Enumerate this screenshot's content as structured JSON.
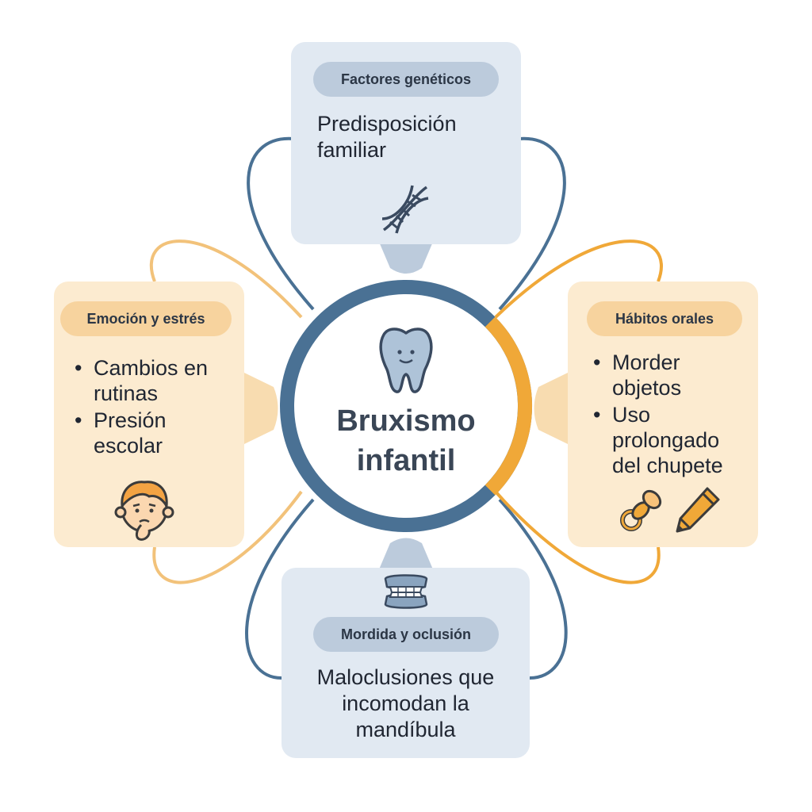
{
  "center": {
    "title_line1": "Bruxismo",
    "title_line2": "infantil",
    "icon": "tooth-icon"
  },
  "nodes": {
    "top": {
      "tag": "Factores genéticos",
      "text_line1": "Predisposición",
      "text_line2": "familiar",
      "icon": "dna-icon"
    },
    "left": {
      "tag": "Emoción y estrés",
      "items": [
        {
          "line1": "Cambios en",
          "line2": "rutinas"
        },
        {
          "line1": "Presión",
          "line2": "escolar"
        }
      ],
      "icon": "worried-child-icon"
    },
    "right": {
      "tag": "Hábitos orales",
      "items": [
        {
          "line1": "Morder",
          "line2": "objetos"
        },
        {
          "line1": "Uso",
          "line2": "prolongado",
          "line3": "del chupete"
        }
      ],
      "icons": [
        "pacifier-icon",
        "pencil-icon"
      ]
    },
    "bottom": {
      "tag": "Mordida y oclusión",
      "text_line1": "Maloclusiones que",
      "text_line2": "incomodan la",
      "text_line3": "mandíbula",
      "icon": "dentures-icon"
    }
  },
  "colors": {
    "blue_ring": "#4a7194",
    "orange_ring": "#f0a838",
    "blue_box": "#e1e9f2",
    "orange_box": "#fcebd0",
    "blue_pill": "#bccbdc",
    "orange_pill": "#f7d39e"
  }
}
